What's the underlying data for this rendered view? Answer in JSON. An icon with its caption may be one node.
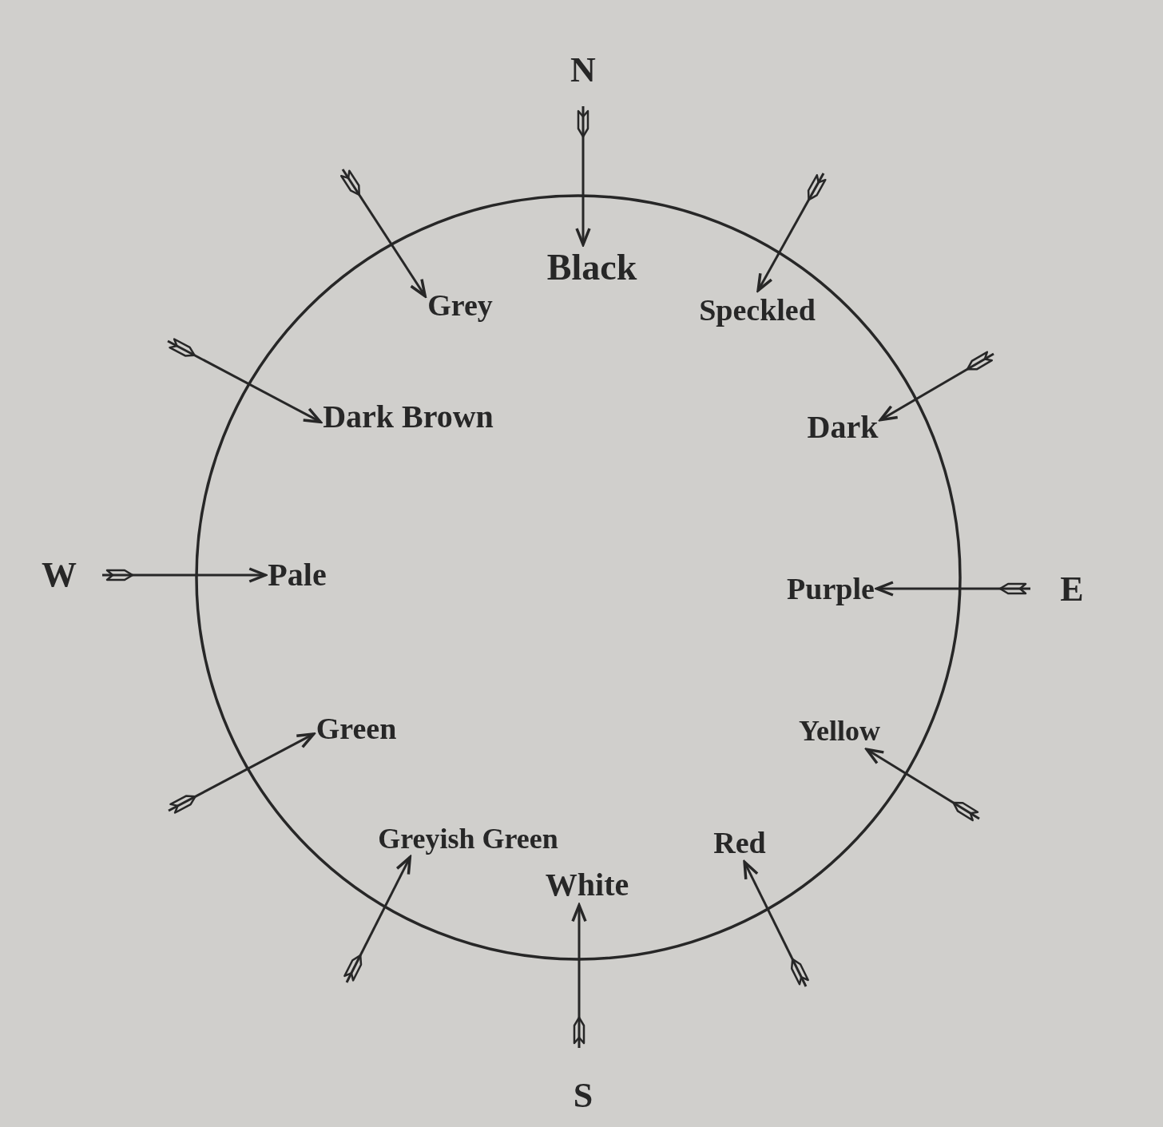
{
  "diagram": {
    "nodes": [
      {
        "text": [],
        "shape": "circle"
      },
      {
        "text": [
          "Black"
        ],
        "in": 0
      },
      {
        "text": [
          "Grey"
        ],
        "in": 0
      },
      {
        "text": [
          "Speckled"
        ],
        "in": 0
      },
      {
        "text": [
          "Dark Brown"
        ],
        "in": 0
      },
      {
        "text": [
          "Dark"
        ],
        "in": 0
      },
      {
        "text": [
          "Pale"
        ],
        "in": 0
      },
      {
        "text": [
          "Purple"
        ],
        "in": 0
      },
      {
        "text": [
          "Green"
        ],
        "in": 0
      },
      {
        "text": [
          "Yellow"
        ],
        "in": 0
      },
      {
        "text": [
          "Greyish Green"
        ],
        "in": 0
      },
      {
        "text": [
          "Red"
        ],
        "in": 0
      },
      {
        "text": [
          "White"
        ],
        "in": 0
      }
    ],
    "edges": [
      {
        "from": null,
        "to": 1,
        "arrow": "to"
      },
      {
        "from": null,
        "to": 2,
        "arrow": "to"
      },
      {
        "from": null,
        "to": 3,
        "arrow": "to"
      },
      {
        "from": null,
        "to": 4,
        "arrow": "to"
      },
      {
        "from": null,
        "to": 5,
        "arrow": "to"
      },
      {
        "from": null,
        "to": 6,
        "arrow": "to"
      },
      {
        "from": null,
        "to": 7,
        "arrow": "to"
      },
      {
        "from": null,
        "to": 8,
        "arrow": "to"
      },
      {
        "from": null,
        "to": 9,
        "arrow": "to"
      },
      {
        "from": null,
        "to": 10,
        "arrow": "to"
      },
      {
        "from": null,
        "to": 11,
        "arrow": "to"
      },
      {
        "from": null,
        "to": 12,
        "arrow": "to"
      }
    ],
    "labels": [
      "N",
      "W",
      "E",
      "S"
    ]
  }
}
